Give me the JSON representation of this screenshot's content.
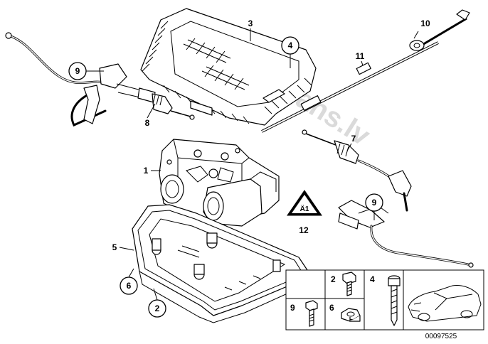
{
  "watermark": "www.bmwfans.lv",
  "callouts": {
    "c1": "1",
    "c2": "2",
    "c3": "3",
    "c4": "4",
    "c5": "5",
    "c6": "6",
    "c7": "7",
    "c8": "8",
    "c9a": "9",
    "c9b": "9",
    "c10": "10",
    "c11": "11",
    "c12": "12"
  },
  "legend": {
    "box2": "2",
    "box4": "4",
    "box6": "6",
    "box9": "9"
  },
  "warning_sign_text": "Ä1",
  "document_number": "00097525"
}
